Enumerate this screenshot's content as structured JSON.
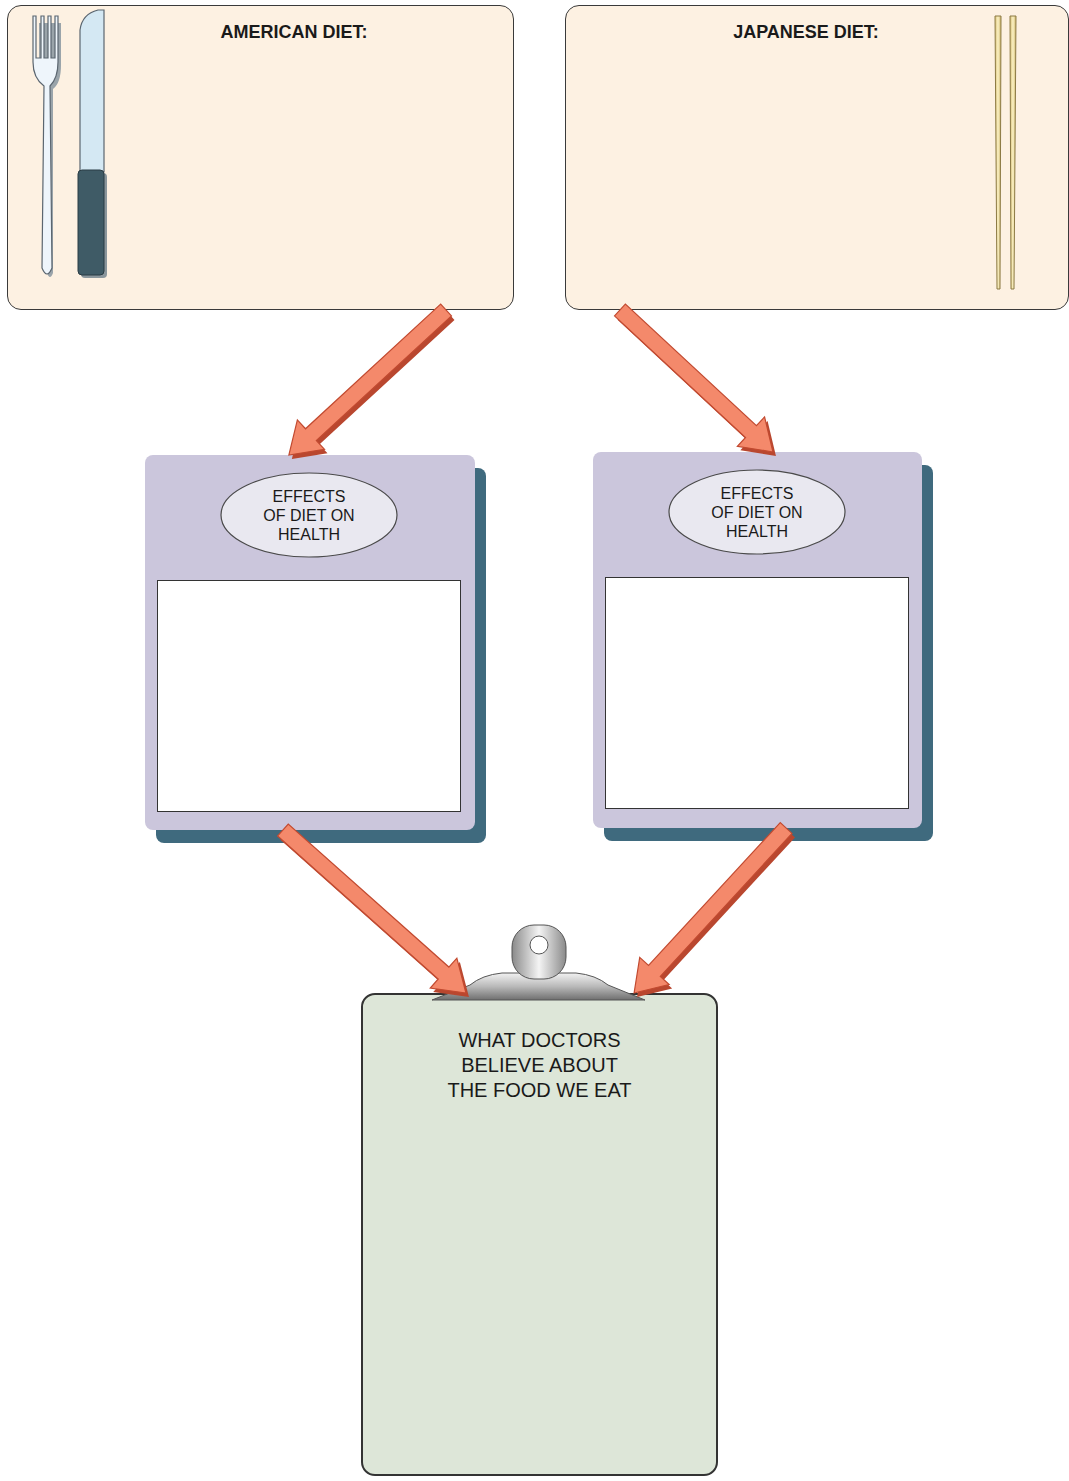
{
  "diagram": {
    "nodes": [
      {
        "text": [
          "AMERICAN DIET:"
        ]
      },
      {
        "text": [
          "JAPANESE DIET:"
        ]
      },
      {
        "text": [
          "EFFECTS OF DIET ON HEALTH"
        ]
      },
      {
        "text": [
          "EFFECTS OF DIET ON HEALTH"
        ]
      },
      {
        "text": [
          "WHAT DOCTORS BELIEVE ABOUT THE FOOD WE EAT"
        ]
      }
    ],
    "edges": [
      {
        "from": 0,
        "to": 2,
        "arrow": "to"
      },
      {
        "from": 1,
        "to": 3,
        "arrow": "to"
      },
      {
        "from": 2,
        "to": 4,
        "arrow": "to"
      },
      {
        "from": 3,
        "to": 4,
        "arrow": "to"
      }
    ]
  }
}
